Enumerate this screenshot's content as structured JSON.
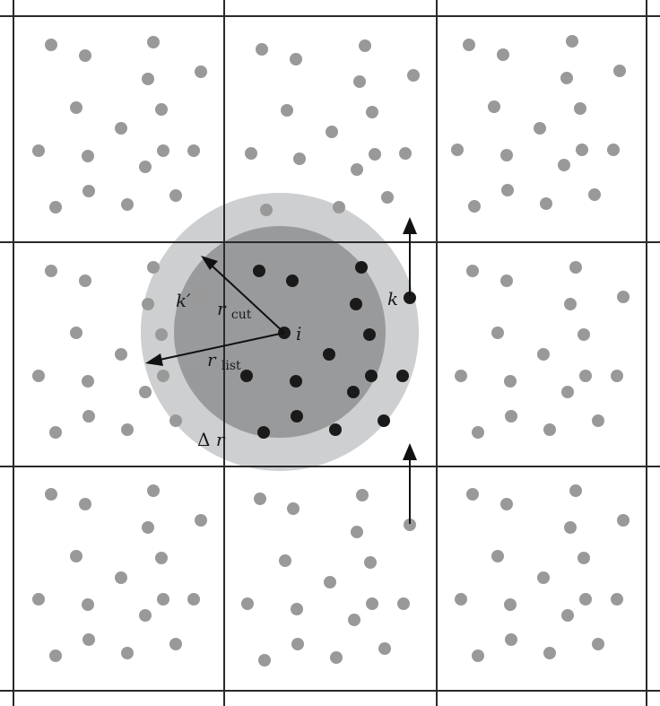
{
  "diagram": {
    "labels": {
      "i": "i",
      "k": "k",
      "k_prime": "k′",
      "r_cut_main": "r",
      "r_cut_sub": "cut",
      "r_list_main": "r",
      "r_list_sub": "list",
      "delta_r_symbol": "Δ",
      "delta_r_var": "r"
    },
    "colors": {
      "grid_line": "#2a2a2a",
      "outer_shell": "#cdcfd1",
      "inner_core": "#999a9c",
      "other_particle": "#999999",
      "neighbor_particle": "#1a1a1a",
      "arrow": "#111111"
    }
  }
}
